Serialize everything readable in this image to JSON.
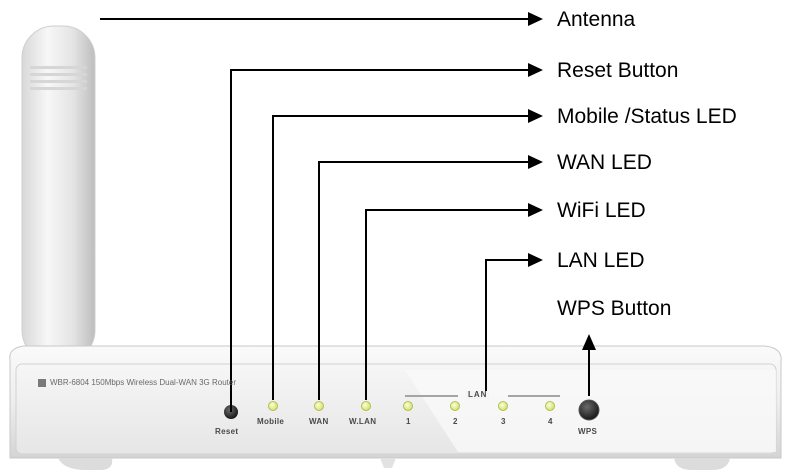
{
  "callouts": {
    "antenna": "Antenna",
    "reset_button": "Reset Button",
    "mobile_status_led": "Mobile /Status LED",
    "wan_led": "WAN LED",
    "wifi_led": "WiFi LED",
    "lan_led": "LAN LED",
    "wps_button": "WPS Button"
  },
  "panel": {
    "model_text": "WBR-6804  150Mbps Wireless Dual-WAN 3G Router",
    "reset": "Reset",
    "mobile": "Mobile",
    "wan": "WAN",
    "wlan": "W.LAN",
    "lan_title": "LAN",
    "lan_ports": [
      "1",
      "2",
      "3",
      "4"
    ],
    "wps": "WPS"
  },
  "colors": {
    "led": "#e6f08c",
    "button": "#2a2a2a",
    "body": "#f2f2f2"
  }
}
